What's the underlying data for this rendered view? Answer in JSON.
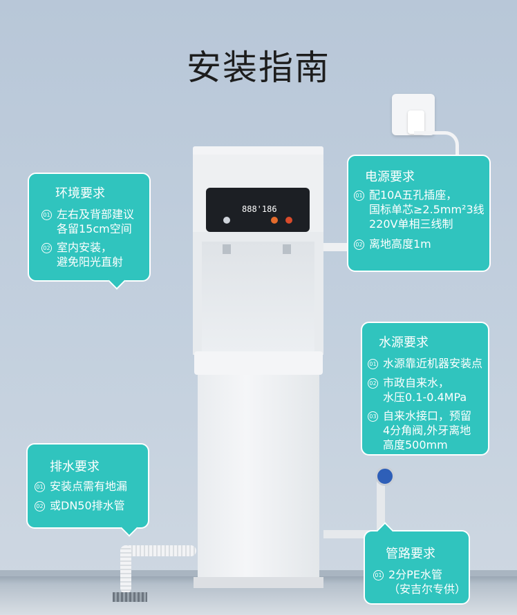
{
  "title": "安装指南",
  "panel_display": "888'186",
  "environment": {
    "heading": "环境要求",
    "items": [
      {
        "num": "01",
        "text": "左右及背部建议\n各留15cm空间"
      },
      {
        "num": "02",
        "text": "室内安装，\n避免阳光直射"
      }
    ]
  },
  "power": {
    "heading": "电源要求",
    "items": [
      {
        "num": "01",
        "text": "配10A五孔插座，\n国标单芯≥2.5mm²3线\n220V单相三线制"
      },
      {
        "num": "02",
        "text": "离地高度1m"
      }
    ]
  },
  "water": {
    "heading": "水源要求",
    "items": [
      {
        "num": "01",
        "text": "水源靠近机器安装点"
      },
      {
        "num": "02",
        "text": "市政自来水，\n水压0.1-0.4MPa"
      },
      {
        "num": "03",
        "text": "自来水接口，预留\n4分角阀,外牙离地\n高度500mm"
      }
    ]
  },
  "drain": {
    "heading": "排水要求",
    "items": [
      {
        "num": "01",
        "text": "安装点需有地漏"
      },
      {
        "num": "02",
        "text": "或DN50排水管"
      }
    ]
  },
  "pipe": {
    "heading": "管路要求",
    "items": [
      {
        "num": "01",
        "text": "2分PE水管\n（安吉尔专供）"
      }
    ]
  },
  "colors": {
    "callout": "#30c4be",
    "background": "#bccad9"
  }
}
